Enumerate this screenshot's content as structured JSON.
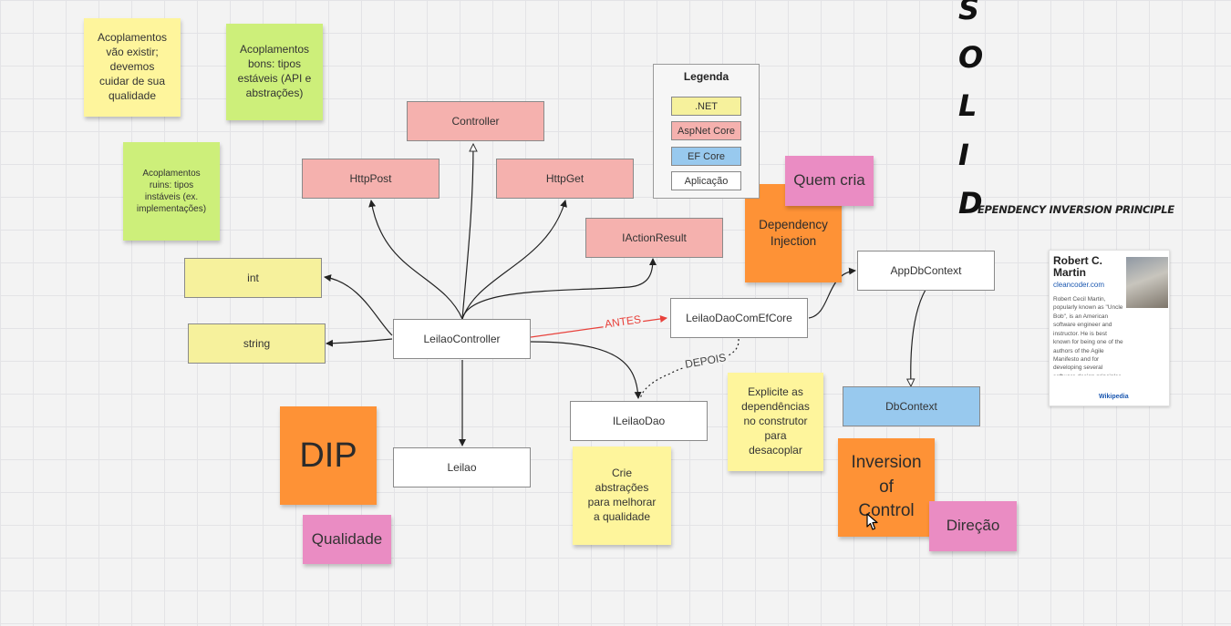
{
  "sticky_notes": {
    "acoplamentos_existir": "Acoplamentos\nvão existir;\ndevemos\ncuidar de sua\nqualidade",
    "acoplamentos_bons": "Acoplamentos\nbons: tipos\nestáveis (API e\nabstrações)",
    "acoplamentos_ruins": "Acoplamentos\nruins: tipos\ninstáveis (ex.\nimplementações)",
    "dependency_injection": "Dependency\nInjection",
    "quem_cria": "Quem cria",
    "explicite": "Explicite as\ndependências\nno construtor\npara\ndesacoplar",
    "crie_abstracoes": "Crie\nabstrações\npara melhorar\na qualidade",
    "dip": "DIP",
    "qualidade": "Qualidade",
    "inversion_of_control": "Inversion\nof\nControl",
    "direcao": "Direção"
  },
  "nodes": {
    "controller": "Controller",
    "httppost": "HttpPost",
    "httpget": "HttpGet",
    "iactionresult": "IActionResult",
    "int": "int",
    "string": "string",
    "leilao_controller": "LeilaoController",
    "leilao": "Leilao",
    "leilao_dao_ef": "LeilaoDaoComEfCore",
    "ileilao_dao": "ILeilaoDao",
    "app_db_context": "AppDbContext",
    "db_context": "DbContext"
  },
  "edge_labels": {
    "antes": "ANTES",
    "depois": "DEPOIS"
  },
  "legend": {
    "title": "Legenda",
    "items": [
      ".NET",
      "AspNet Core",
      "EF Core",
      "Aplicação"
    ]
  },
  "solid": {
    "letters": [
      "S",
      "O",
      "L",
      "I",
      "D"
    ],
    "d_caption": "EPENDENCY INVERSION PRINCIPLE"
  },
  "person_card": {
    "name_line1": "Robert C.",
    "name_line2": "Martin",
    "site": "cleancoder.com",
    "description": "Robert Cecil Martin, popularly known as \"Uncle Bob\", is an American software engineer and instructor. He is best known for being one of the authors of the Agile Manifesto and for developing several software design principles. He was also the editor-in-chief of C++ Report magazine and served as the first chairman of the Agile Alliance.",
    "wiki": "Wikipedia"
  },
  "colors": {
    "sticky_yellow": "#fef59c",
    "sticky_green": "#cdef7a",
    "sticky_orange": "#fe9236",
    "sticky_pink": "#ea8cc3",
    "net_yellow": "#f6f19c",
    "aspnet_red": "#f5b1ae",
    "efcore_blue": "#98c9ee",
    "app_white": "#ffffff",
    "antes_red": "#e8413b"
  }
}
